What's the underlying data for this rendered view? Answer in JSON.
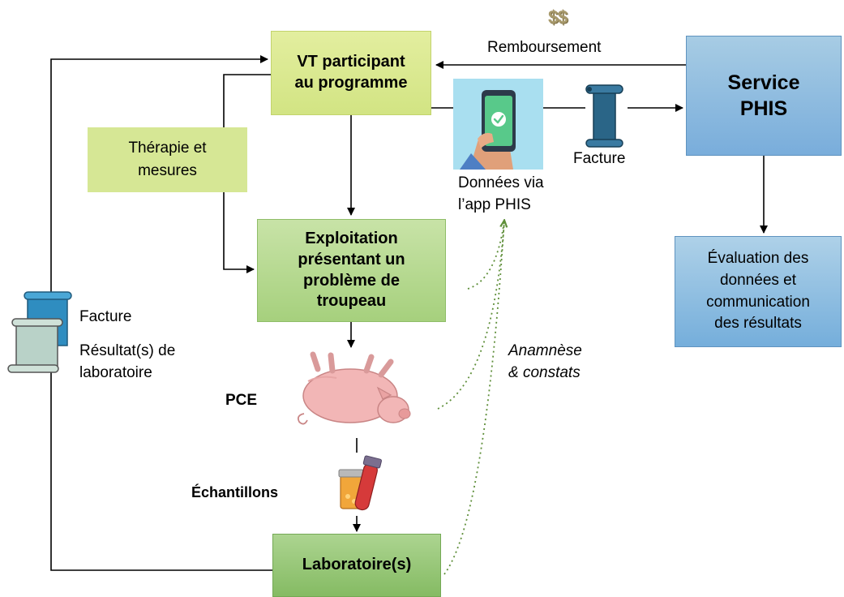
{
  "boxes": {
    "vt": "VT participant\nau programme",
    "therapy": "Thérapie et\nmesures",
    "exploitation": "Exploitation\nprésentant un\nproblème de\ntroupeau",
    "laboratory": "Laboratoire(s)",
    "phis_service": "Service\nPHIS",
    "evaluation": "Évaluation des\ndonnées et\ncommunication\ndes résultats"
  },
  "labels": {
    "dollar": "$$",
    "reimbursement": "Remboursement",
    "invoice_right": "Facture",
    "app_data": "Données via\nl’app PHIS",
    "invoice_left": "Facture",
    "lab_results": "Résultat(s) de\nlaboratoire",
    "pce": "PCE",
    "samples": "Échantillons",
    "anamnesis": "Anamnèse\n& constats"
  },
  "icons": {
    "phone": "smartphone-check-icon",
    "pig": "dead-pig-icon",
    "samples": "sample-tubes-icon",
    "invoice_scroll": "scroll-document-icon",
    "document_stack": "document-stack-icon"
  },
  "colors": {
    "vt_box": "#d9e98f",
    "therapy_box": "#d6e795",
    "exploitation_box": "#b3d78c",
    "laboratory_box": "#97c772",
    "phis_box": "#90bde0",
    "evaluation_box": "#90bfe1",
    "dotted_arrow": "#5f8f3a",
    "dollar": "#a89a6c"
  }
}
